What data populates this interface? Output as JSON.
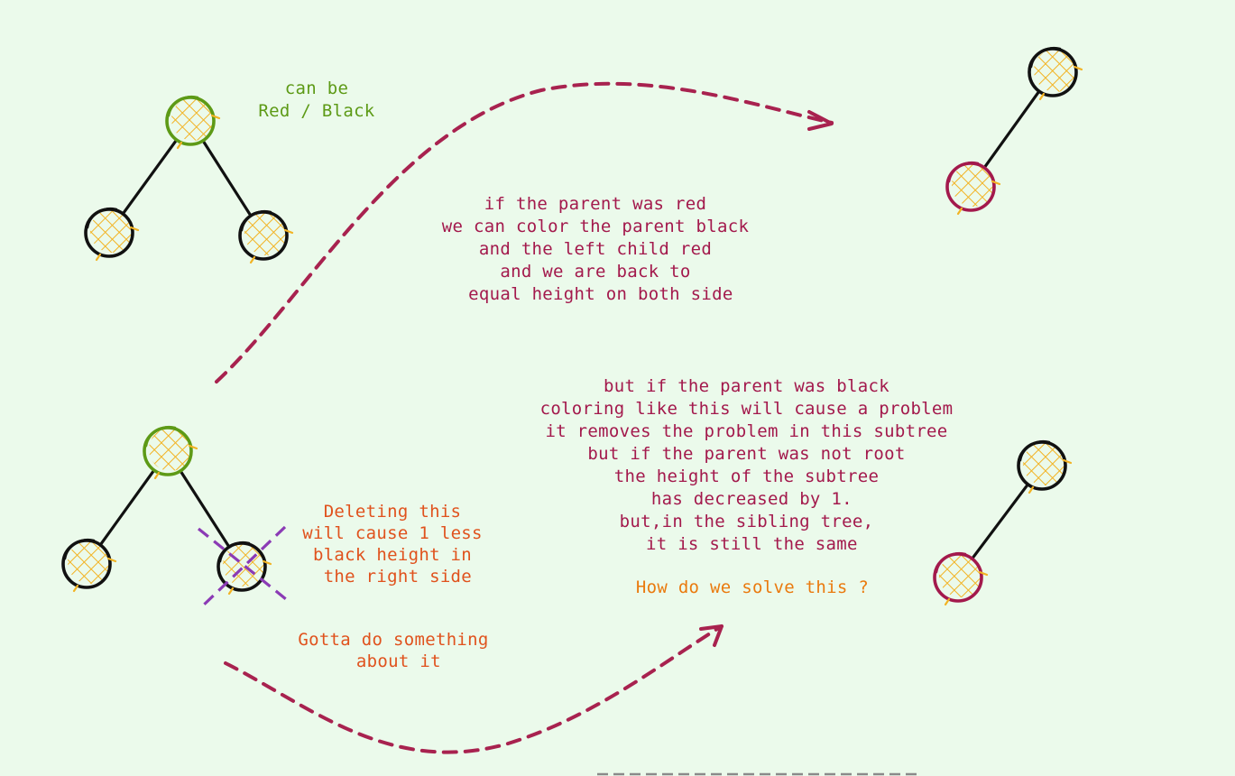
{
  "colors": {
    "background": "#ebfaeb",
    "node_fill": "#f2b324",
    "node_black": "#111111",
    "node_green": "#5d9a16",
    "node_red": "#a3194c",
    "arrow": "#a8224f",
    "note_red": "#a3194c",
    "note_orange": "#e0521d",
    "question_orange": "#ea7a0e",
    "green_text": "#5d9a16",
    "cross_purple": "#8b3bb5"
  },
  "notes": {
    "can_be": "can be\nRed / Black",
    "parent_red": "if the parent was red\nwe can color the parent black\nand the left child red\nand we are back to\n equal height on both side",
    "parent_black": "but if the parent was black\ncoloring like this will cause a problem\nit removes the problem in this subtree\nbut if the parent was not root\nthe height of the subtree\n has decreased by 1.\nbut,in the sibling tree,\n it is still the same",
    "question": "How do we solve this ?",
    "deleting": "Deleting this\nwill cause 1 less\nblack height in\n the right side",
    "gotta": "Gotta do something\n about it"
  },
  "diagram": {
    "nodes": [
      {
        "id": "tree1-root",
        "color": "green"
      },
      {
        "id": "tree1-left",
        "color": "black"
      },
      {
        "id": "tree1-right",
        "color": "black"
      },
      {
        "id": "tree2-root",
        "color": "green"
      },
      {
        "id": "tree2-left",
        "color": "black"
      },
      {
        "id": "tree2-right-deleted",
        "color": "black",
        "deleted": true
      },
      {
        "id": "tree3-parent",
        "color": "black"
      },
      {
        "id": "tree3-child",
        "color": "red"
      },
      {
        "id": "tree4-parent",
        "color": "black"
      },
      {
        "id": "tree4-child",
        "color": "red"
      }
    ],
    "edges": [
      {
        "from": "tree1-root",
        "to": "tree1-left"
      },
      {
        "from": "tree1-root",
        "to": "tree1-right"
      },
      {
        "from": "tree2-root",
        "to": "tree2-left"
      },
      {
        "from": "tree2-root",
        "to": "tree2-right-deleted"
      },
      {
        "from": "tree3-parent",
        "to": "tree3-child"
      },
      {
        "from": "tree4-parent",
        "to": "tree4-child"
      }
    ],
    "arrows": [
      {
        "id": "arrow-top",
        "from": "tree2",
        "to": "tree3"
      },
      {
        "id": "arrow-bottom",
        "from": "tree2",
        "to": "tree4"
      }
    ]
  }
}
